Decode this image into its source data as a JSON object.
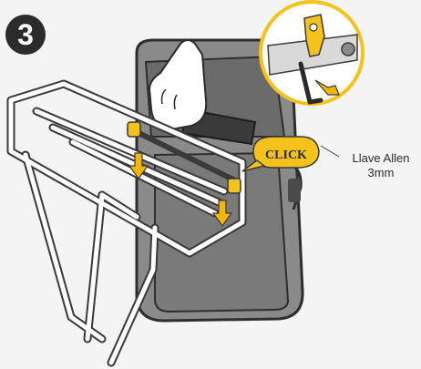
{
  "step": {
    "number": "3"
  },
  "callout": {
    "click_label": "CLICK"
  },
  "annotation": {
    "tool_line1": "Llave Allen",
    "tool_line2": "3mm"
  },
  "colors": {
    "background": "#f4f4f4",
    "step_badge": "#2b2b2b",
    "bag_body": "#8a8a8a",
    "bag_dark": "#5c5c5c",
    "rack": "#ffffff",
    "rack_outline": "#3a3a3a",
    "accent_yellow": "#f5c21b",
    "arrow_yellow": "#f2b705"
  },
  "icons": [
    "hand-icon",
    "allen-key-icon",
    "arrow-down-icon",
    "arrow-right-icon"
  ]
}
